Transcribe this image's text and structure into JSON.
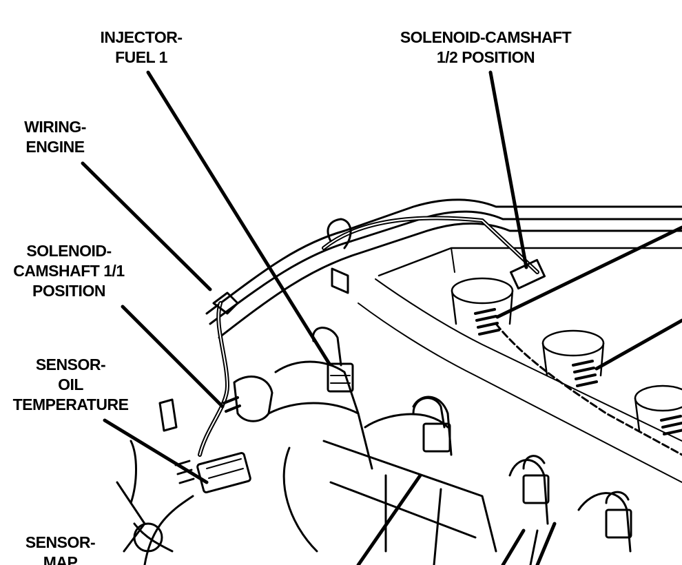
{
  "figure": {
    "labels": [
      {
        "id": "injector-fuel-1",
        "lines": [
          "INJECTOR-",
          "FUEL 1"
        ]
      },
      {
        "id": "solenoid-camshaft-1-2",
        "lines": [
          "SOLENOID-CAMSHAFT",
          "1/2 POSITION"
        ]
      },
      {
        "id": "wiring-engine",
        "lines": [
          "WIRING-",
          "ENGINE"
        ]
      },
      {
        "id": "solenoid-camshaft-1-1",
        "lines": [
          "SOLENOID-",
          "CAMSHAFT 1/1",
          "POSITION"
        ]
      },
      {
        "id": "sensor-oil-temperature",
        "lines": [
          "SENSOR-",
          "OIL",
          "TEMPERATURE"
        ]
      },
      {
        "id": "sensor-map",
        "lines": [
          "SENSOR-",
          "MAP"
        ]
      }
    ]
  }
}
